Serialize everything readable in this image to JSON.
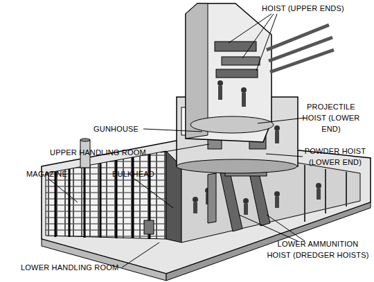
{
  "diagram": {
    "labels": [
      "HOIST (UPPER ENDS)",
      "GUNHOUSE",
      "PROJECTILE HOIST (LOWER END)",
      "UPPER HANDLING ROOM",
      "MAGAZINE",
      "BULKHEAD",
      "POWDER HOIST (LOWER END)",
      "LOWER AMMUNITION HOIST (DREDGER HOISTS)",
      "LOWER HANDLING ROOM"
    ]
  }
}
